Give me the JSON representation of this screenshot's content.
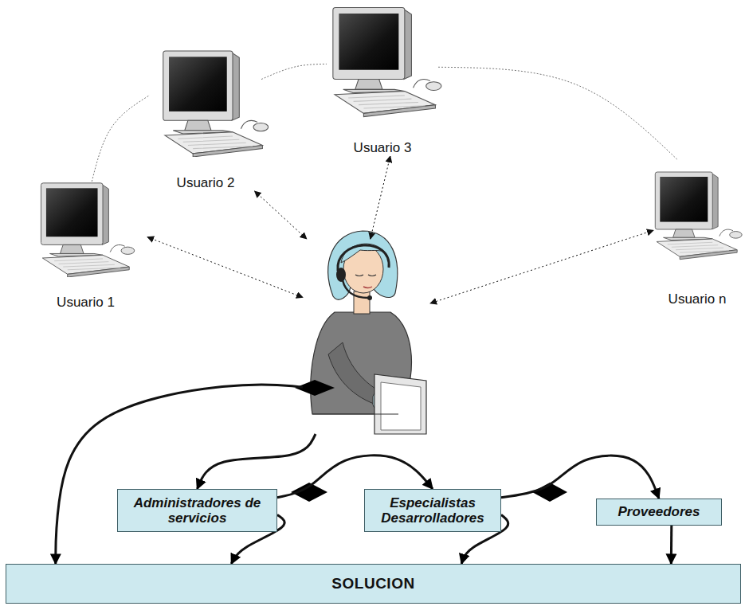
{
  "diagram": {
    "nodes": [
      {
        "text": [
          "Usuario 1"
        ]
      },
      {
        "text": [
          "Usuario 2"
        ]
      },
      {
        "text": [
          "Usuario 3"
        ]
      },
      {
        "text": [
          "Usuario n"
        ]
      },
      {
        "text": []
      },
      {
        "text": [
          "Administradores de servicios"
        ]
      },
      {
        "text": [
          "Especialistas Desarrolladores"
        ]
      },
      {
        "text": [
          "Proveedores"
        ]
      },
      {
        "text": [
          "SOLUCION"
        ]
      }
    ],
    "edges": [
      {
        "from": 0,
        "to": 4,
        "arrow": "both"
      },
      {
        "from": 1,
        "to": 4,
        "arrow": "both"
      },
      {
        "from": 2,
        "to": 4,
        "arrow": "both"
      },
      {
        "from": 3,
        "to": 4,
        "arrow": "both"
      },
      {
        "from": 0,
        "to": 1,
        "arrow": "none"
      },
      {
        "from": 1,
        "to": 2,
        "arrow": "none"
      },
      {
        "from": 2,
        "to": 3,
        "arrow": "none"
      },
      {
        "from": 4,
        "to": 8,
        "arrow": "to"
      },
      {
        "from": 4,
        "to": 5,
        "arrow": "to"
      },
      {
        "from": 5,
        "to": 6,
        "arrow": "to"
      },
      {
        "from": 5,
        "to": 8,
        "arrow": "to"
      },
      {
        "from": 6,
        "to": 7,
        "arrow": "to"
      },
      {
        "from": 6,
        "to": 8,
        "arrow": "to"
      },
      {
        "from": 7,
        "to": 8,
        "arrow": "to"
      }
    ]
  }
}
